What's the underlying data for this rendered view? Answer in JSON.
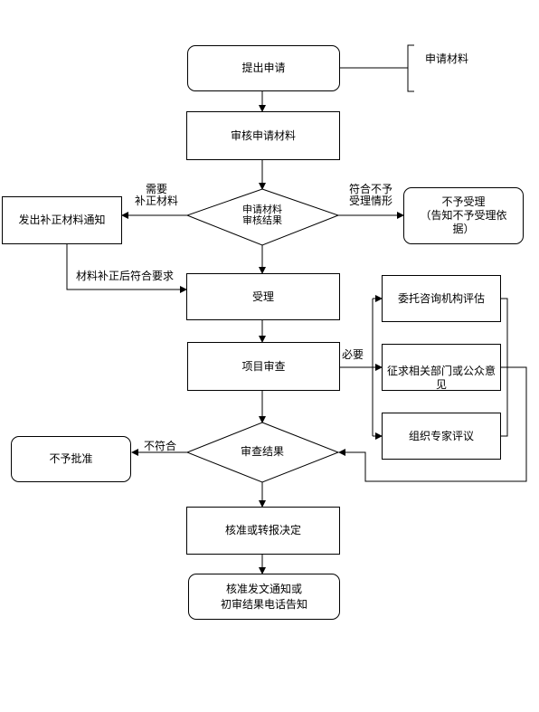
{
  "nodes": {
    "submit": "提出申请",
    "materials": "申请材料",
    "review_materials": "审核申请材料",
    "diamond1_line1": "申请材料",
    "diamond1_line2": "审核结果",
    "supplement_notice": "发出补正材料通知",
    "reject_accept_line1": "不予受理",
    "reject_accept_line2": "（告知不予受理依",
    "reject_accept_line3": "据）",
    "accept": "受理",
    "project_review": "项目审查",
    "entrust": "委托咨询机构评估",
    "solicit": "征求相关部门或公众意见",
    "expert": "组织专家评议",
    "diamond2": "审查结果",
    "not_approve": "不予批准",
    "approve_report": "核准或转报决定",
    "final_line1": "核准发文通知或",
    "final_line2": "初审结果电话告知"
  },
  "labels": {
    "need_line1": "需要",
    "need_line2": "补正材料",
    "meets_line1": "符合不予",
    "meets_line2": "受理情形",
    "after_supplement": "材料补正后符合要求",
    "necessary": "必要",
    "not_comply": "不符合"
  }
}
